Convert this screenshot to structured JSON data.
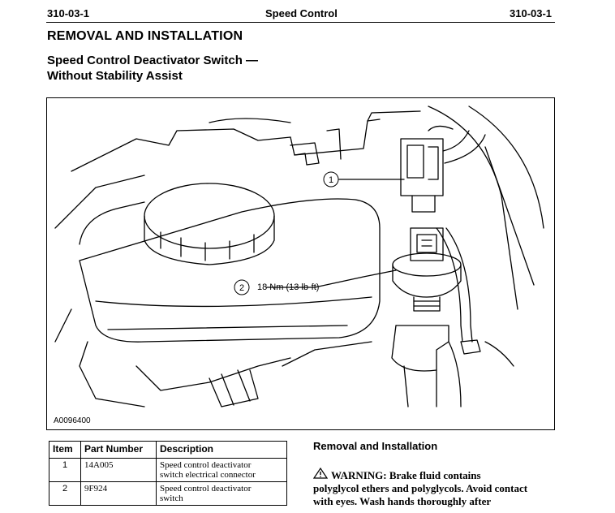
{
  "header": {
    "section_left": "310-03-1",
    "title": "Speed Control",
    "section_right": "310-03-1"
  },
  "heading": "REMOVAL AND INSTALLATION",
  "subheading": {
    "line1": "Speed Control Deactivator Switch —",
    "line2": "Without Stability Assist"
  },
  "figure": {
    "id": "A0096400",
    "callouts": [
      {
        "number": "1",
        "text": ""
      },
      {
        "number": "2",
        "text": "18 Nm (13 lb-ft)"
      }
    ]
  },
  "parts_table": {
    "headers": [
      "Item",
      "Part Number",
      "Description"
    ],
    "rows": [
      {
        "item": "1",
        "part_number": "14A005",
        "description_line1": "Speed control deactivator",
        "description_line2": "switch electrical connector"
      },
      {
        "item": "2",
        "part_number": "9F924",
        "description_line1": "Speed control deactivator",
        "description_line2": "switch"
      }
    ]
  },
  "removal_installation": {
    "title": "Removal and Installation",
    "warning_icon": "warning-triangle-icon",
    "warning_line1": "WARNING: Brake fluid contains",
    "warning_line2": "polyglycol ethers and polyglycols. Avoid contact",
    "warning_line3": "with eyes. Wash hands thoroughly after"
  }
}
